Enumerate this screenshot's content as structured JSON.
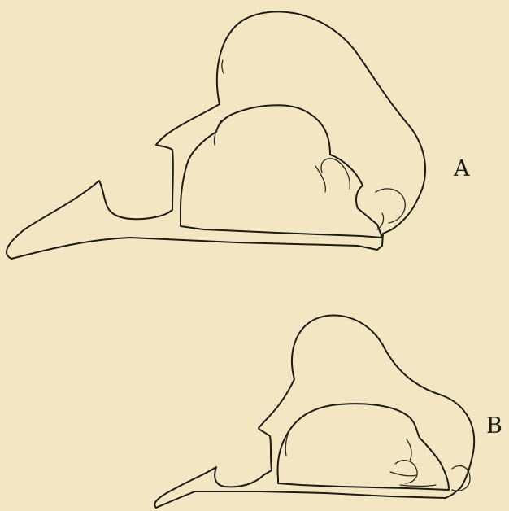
{
  "figures": [
    {
      "id": "A",
      "label": "A"
    },
    {
      "id": "B",
      "label": "B"
    }
  ],
  "colors": {
    "paper": "#f2e7c2",
    "ink": "#1c1a14"
  }
}
